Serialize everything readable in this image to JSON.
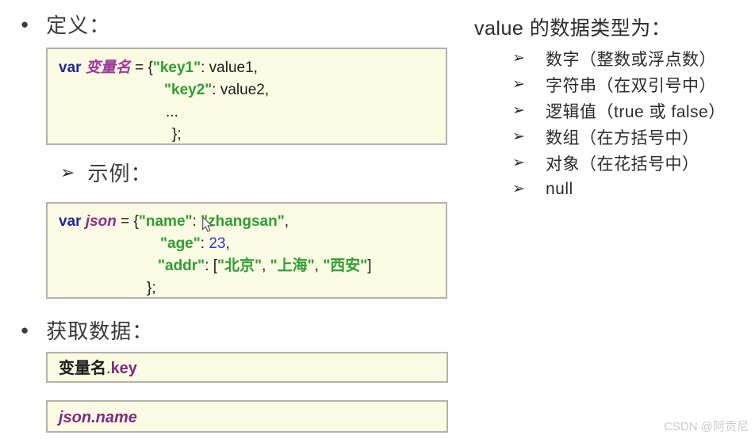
{
  "headings": {
    "definition": {
      "marker": "●",
      "label": "定义："
    },
    "example": {
      "marker": "➢",
      "label": "示例："
    },
    "get_data": {
      "marker": "●",
      "label": "获取数据："
    }
  },
  "code_blocks": {
    "definition": {
      "lines": [
        {
          "indent": 0,
          "segments": [
            {
              "t": "var ",
              "s": "kw"
            },
            {
              "t": "变量名",
              "s": "pvar"
            },
            {
              "t": " = {",
              "s": "plain"
            },
            {
              "t": "\"key1\"",
              "s": "key"
            },
            {
              "t": ": value1,",
              "s": "plain"
            }
          ]
        },
        {
          "indent": 133,
          "segments": [
            {
              "t": "\"key2\"",
              "s": "key"
            },
            {
              "t": ": value2,",
              "s": "plain"
            }
          ]
        },
        {
          "indent": 135,
          "segments": [
            {
              "t": "...",
              "s": "plain"
            }
          ]
        },
        {
          "indent": 143,
          "segments": [
            {
              "t": "};",
              "s": "plain"
            }
          ]
        }
      ]
    },
    "example": {
      "lines": [
        {
          "indent": 0,
          "segments": [
            {
              "t": "var ",
              "s": "kw"
            },
            {
              "t": "json",
              "s": "pvarb"
            },
            {
              "t": " = {",
              "s": "plain"
            },
            {
              "t": "\"name\"",
              "s": "key"
            },
            {
              "t": ": ",
              "s": "plain"
            },
            {
              "t": "\"zhangsan\"",
              "s": "key"
            },
            {
              "t": ",",
              "s": "plain"
            }
          ]
        },
        {
          "indent": 128,
          "segments": [
            {
              "t": "\"age\"",
              "s": "key"
            },
            {
              "t": ": ",
              "s": "plain"
            },
            {
              "t": "23",
              "s": "num"
            },
            {
              "t": ",",
              "s": "plain"
            }
          ]
        },
        {
          "indent": 125,
          "segments": [
            {
              "t": "\"addr\"",
              "s": "key"
            },
            {
              "t": ": [",
              "s": "plain"
            },
            {
              "t": "\"北京\"",
              "s": "key"
            },
            {
              "t": ", ",
              "s": "plain"
            },
            {
              "t": "\"上海\"",
              "s": "key"
            },
            {
              "t": ", ",
              "s": "plain"
            },
            {
              "t": "\"西安\"",
              "s": "key"
            },
            {
              "t": "]",
              "s": "plain"
            }
          ]
        },
        {
          "indent": 111,
          "segments": [
            {
              "t": "};",
              "s": "plain"
            }
          ]
        }
      ]
    },
    "access_key": {
      "lines": [
        {
          "indent": 0,
          "segments": [
            {
              "t": "变量名",
              "s": "boldblack"
            },
            {
              "t": ".",
              "s": "plain"
            },
            {
              "t": "key",
              "s": "purpleb"
            }
          ]
        }
      ]
    },
    "access_name": {
      "lines": [
        {
          "indent": 0,
          "segments": [
            {
              "t": "json.name",
              "s": "purplebi"
            }
          ]
        }
      ]
    }
  },
  "value_types": {
    "title": "value 的数据类型为：",
    "marker": "➢",
    "items": [
      "数字（整数或浮点数）",
      "字符串（在双引号中）",
      "逻辑值（true 或 false）",
      "数组（在方括号中）",
      "对象（在花括号中）",
      "null"
    ]
  },
  "watermark": "CSDN @阿贡尼",
  "colors": {
    "keyword": "#26269b",
    "variable_purple": "#8c2d8c",
    "string_green": "#2f9e33",
    "number_blue": "#3333cc",
    "box_background": "#fbfae2",
    "box_border": "#b3b3ab",
    "heading_text": "#3a3a3a",
    "watermark_gray": "#cbcbcb"
  }
}
